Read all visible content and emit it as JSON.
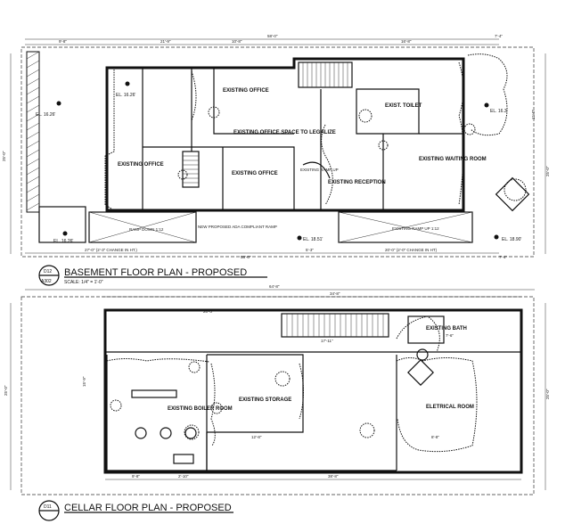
{
  "basement": {
    "title": "BASEMENT FLOOR PLAN - PROPOSED",
    "scale": "SCALE: 1/4\" = 1'-0\"",
    "drawing_number": "D12",
    "sheet": "A302",
    "rooms": {
      "office_left": "EXISTING OFFICE",
      "office_top": "EXISTING OFFICE",
      "office_legalize": "EXISTING OFFICE SPACE TO LEGALIZE",
      "office_center": "EXISTING OFFICE",
      "reception": "EXISTING RECEPTION",
      "waiting": "EXISTING WAITING ROOM",
      "toilet": "EXIST. TOILET"
    },
    "dims": {
      "overall": "58'-0\"",
      "top1": "9'-8\"",
      "top2": "21'-9\"",
      "top3": "10'-8\"",
      "top4": "16'-8\"",
      "bottom_left": "27'-0\" (2'-3\" CHANGE IN HT.)",
      "bottom_mid": "5'-3\"",
      "bottom_right": "20'-0\" (2'-0\" CHANGE IN HT)",
      "right_end": "7'-4\"",
      "left_side": "25'-0\"",
      "right_side": "25'-0\"",
      "right_upper": "11'-0\""
    },
    "elevations": {
      "el1": "EL. 16.26'",
      "el2": "EL. 16.26'",
      "el3": "EL. 16.26'",
      "el4": "EL. 18.51'",
      "el5": "EL. 18.90'",
      "el6": "EL. 16.3"
    },
    "notes": {
      "ramp": "RAMP DOWN 1:12",
      "ada_ramp": "NEW PROPOSED ADA COMPLIANT RAMP",
      "ramp_up": "EXISTING RAMP UP 1:12",
      "existing_ramp": "EXISTING RAMP UP"
    }
  },
  "cellar": {
    "title": "CELLAR FLOOR PLAN - PROPOSED",
    "drawing_number": "D11",
    "rooms": {
      "boiler": "EXISTING BOILER ROOM",
      "storage": "EXISTING STORAGE",
      "bath": "EXISTING BATH",
      "electrical": "ELETRICAL ROOM"
    },
    "dims": {
      "overall": "64'-8\"",
      "inner": "34'-8\"",
      "seg1": "28'-3\"",
      "seg2": "17'-11\"",
      "left_side": "25'-0\"",
      "right_side": "25'-0\"",
      "bottom1": "9'-8\"",
      "bottom2": "2'-10\"",
      "bottom3": "38'-8\"",
      "inner_vert": "15'-9\"",
      "storage_w": "12'-8\"",
      "bath_w": "7'-6\"",
      "elec_w": "8'-8\""
    }
  }
}
